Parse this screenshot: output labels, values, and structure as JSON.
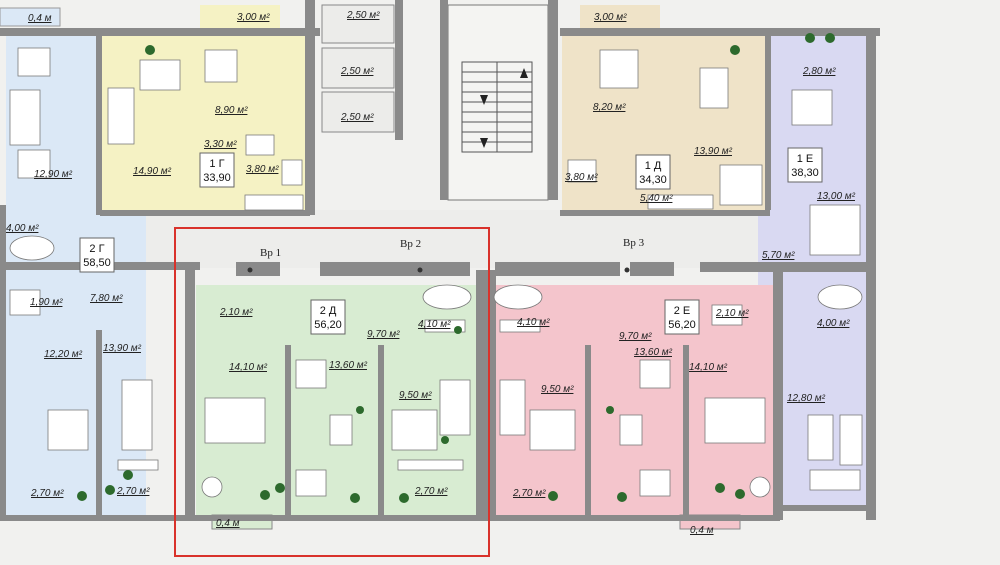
{
  "colors": {
    "blue": "#dbe8f6",
    "yellow": "#f5f2c4",
    "beige": "#efe3c8",
    "lavender": "#d9d9f2",
    "green": "#d8ecd2",
    "pink": "#f4c5cc",
    "wall": "#8a8a8a",
    "highlight": "#d9322b"
  },
  "apartments": [
    {
      "id": "2g",
      "label": "2 Г",
      "area": "58,50"
    },
    {
      "id": "1g",
      "label": "1 Г",
      "area": "33,90"
    },
    {
      "id": "1d",
      "label": "1 Д",
      "area": "34,30"
    },
    {
      "id": "1e",
      "label": "1 Е",
      "area": "38,30"
    },
    {
      "id": "2d",
      "label": "2 Д",
      "area": "56,20"
    },
    {
      "id": "2e",
      "label": "2 Е",
      "area": "56,20"
    }
  ],
  "rooms": {
    "balcony_tl": "0,4 м",
    "r3_00_left": "3,00 м²",
    "r3_00_right": "3,00 м²",
    "r2_50_a": "2,50 м²",
    "r2_50_b": "2,50 м²",
    "r2_50_c": "2,50 м²",
    "r12_90": "12,90 м²",
    "r14_90": "14,90 м²",
    "r8_90": "8,90 м²",
    "r3_30": "3,30 м²",
    "r3_80_l": "3,80 м²",
    "r4_00_l": "4,00 м²",
    "r1_90": "1,90 м²",
    "r7_80": "7,80 м²",
    "r12_20": "12,20 м²",
    "r13_90_l": "13,90 м²",
    "r2_70_a": "2,70 м²",
    "r2_70_b": "2,70 м²",
    "r8_20": "8,20 м²",
    "r13_90_r": "13,90 м²",
    "r3_80_r": "3,80 м²",
    "r5_40": "5,40 м²",
    "r2_80": "2,80 м²",
    "r13_00": "13,00 м²",
    "r5_70": "5,70 м²",
    "r4_00_r": "4,00 м²",
    "r12_80": "12,80 м²",
    "g2_10": "2,10 м²",
    "g9_70": "9,70 м²",
    "g4_10": "4,10 м²",
    "g14_10": "14,10 м²",
    "g13_60": "13,60 м²",
    "g9_50": "9,50 м²",
    "g2_70": "2,70 м²",
    "g_balc": "0,4 м",
    "p4_10": "4,10 м²",
    "p9_70": "9,70 м²",
    "p2_10": "2,10 м²",
    "p9_50": "9,50 м²",
    "p13_60": "13,60 м²",
    "p14_10": "14,10 м²",
    "p2_70": "2,70 м²",
    "p_balc": "0,4 м"
  },
  "doors": {
    "vr1": "Вр 1",
    "vr2": "Вр 2",
    "vr3": "Вр 3"
  }
}
